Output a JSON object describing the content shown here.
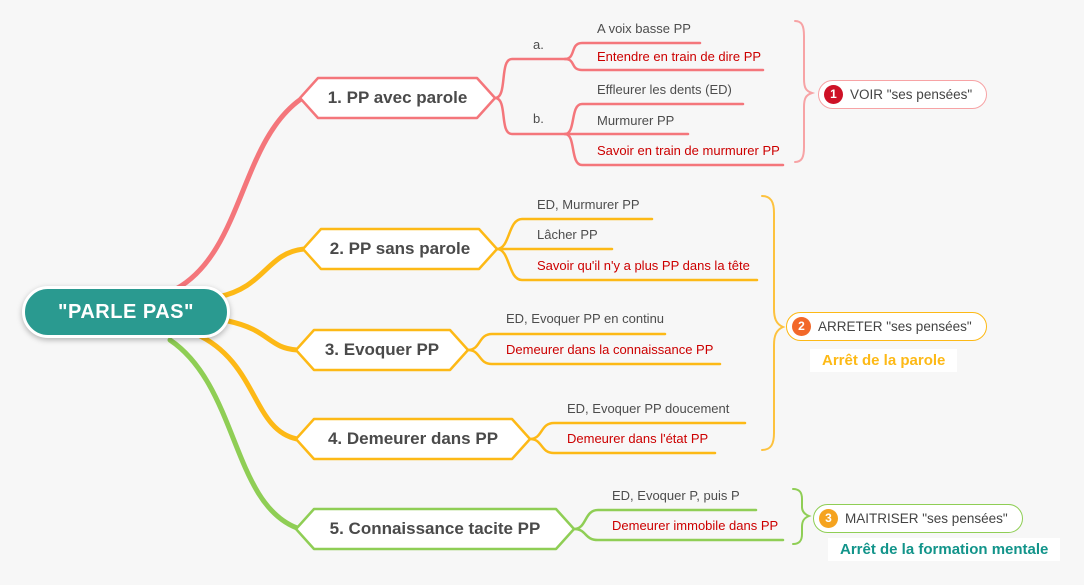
{
  "palette": {
    "background": "#f7f7f7",
    "root_fill": "#2a9a90",
    "branch1_color": "#f4767b",
    "branch2_color": "#fdb916",
    "branch3_color": "#fdb916",
    "branch4_color": "#fdb916",
    "branch5_color": "#8fce55",
    "emphasis_text": "#cc0000",
    "normal_text": "#4d4d4d",
    "badge1": "#ce1126",
    "badge2": "#f2682a",
    "badge3": "#f5a31f",
    "caption_parole_color": "#fdb916",
    "caption_formation_color": "#12948a"
  },
  "root": {
    "label": "\"PARLE PAS\""
  },
  "branches": [
    {
      "label": "1. PP avec parole",
      "groups": [
        {
          "label": "a.",
          "children": [
            {
              "text": "A voix basse PP"
            },
            {
              "text": "Entendre en train de dire PP"
            }
          ]
        },
        {
          "label": "b.",
          "children": [
            {
              "text": "Effleurer les dents (ED)"
            },
            {
              "text": "Murmurer PP"
            },
            {
              "text": "Savoir en train de murmurer PP"
            }
          ]
        }
      ]
    },
    {
      "label": "2. PP sans parole",
      "children": [
        {
          "text": "ED, Murmurer PP"
        },
        {
          "text": "Lâcher PP"
        },
        {
          "text": "Savoir qu'il n'y a plus PP dans la tête"
        }
      ]
    },
    {
      "label": "3. Evoquer PP",
      "children": [
        {
          "text": "ED, Evoquer PP en continu"
        },
        {
          "text": "Demeurer dans la connaissance PP"
        }
      ]
    },
    {
      "label": "4. Demeurer dans PP",
      "children": [
        {
          "text": "ED, Evoquer PP doucement"
        },
        {
          "text": "Demeurer dans l'état PP"
        }
      ]
    },
    {
      "label": "5. Connaissance tacite PP",
      "children": [
        {
          "text": "ED, Evoquer P, puis P"
        },
        {
          "text": "Demeurer immobile dans PP"
        }
      ]
    }
  ],
  "callouts": [
    {
      "number": "1",
      "label": "VOIR \"ses pensées\""
    },
    {
      "number": "2",
      "label": "ARRETER \"ses pensées\"",
      "caption": "Arrêt de la parole"
    },
    {
      "number": "3",
      "label": "MAITRISER \"ses pensées\"",
      "caption": "Arrêt de la formation mentale"
    }
  ]
}
